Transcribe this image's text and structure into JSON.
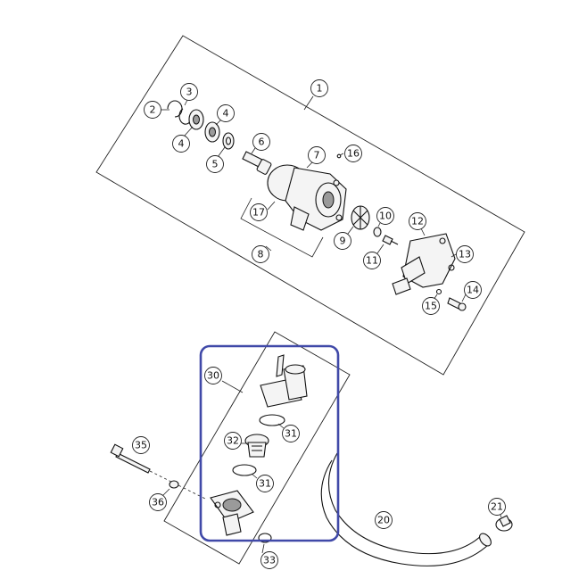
{
  "diagram": {
    "highlight_color": "#4049a8",
    "callouts": [
      "1",
      "2",
      "3",
      "4",
      "4",
      "5",
      "6",
      "7",
      "16",
      "17",
      "8",
      "9",
      "10",
      "11",
      "12",
      "13",
      "14",
      "15",
      "30",
      "31",
      "32",
      "31",
      "35",
      "36",
      "33",
      "20",
      "21"
    ]
  }
}
